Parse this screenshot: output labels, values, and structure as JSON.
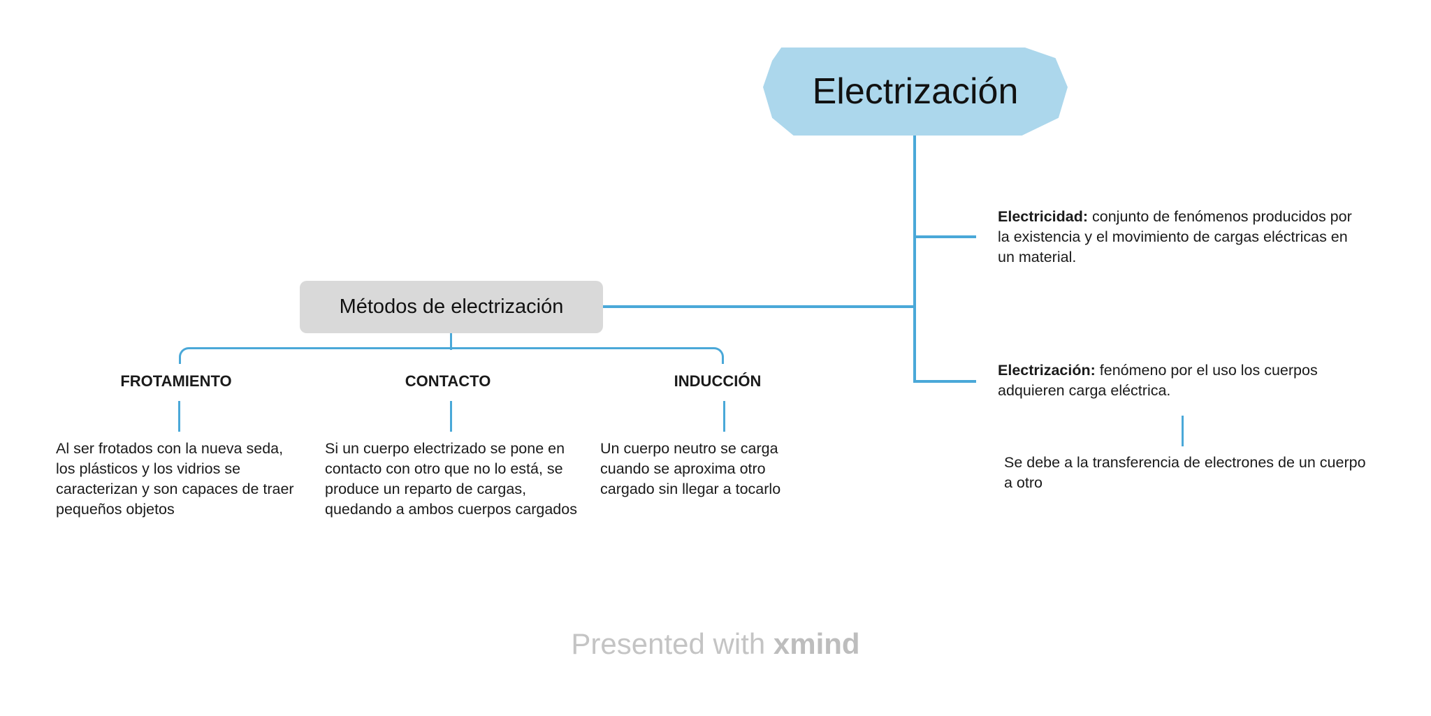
{
  "root": {
    "title": "Electrización"
  },
  "right_notes": [
    {
      "term": "Electricidad:",
      "text": " conjunto de fenómenos producidos por la existencia y el movimiento de cargas eléctricas en un material."
    },
    {
      "term": "Electrización:",
      "text": " fenómeno por el uso los cuerpos adquieren carga eléctrica."
    }
  ],
  "sub_note": "Se debe a la transferencia de electrones de un cuerpo a otro",
  "methods": {
    "title": "Métodos de electrización",
    "items": [
      {
        "label": "FROTAMIENTO",
        "desc": "Al ser frotados con la nueva seda, los plásticos y los vidrios se caracterizan y son capaces de traer pequeños objetos"
      },
      {
        "label": "CONTACTO",
        "desc": "Si un cuerpo electrizado se pone en contacto con otro que no lo está, se produce un reparto de cargas, quedando a ambos cuerpos cargados"
      },
      {
        "label": "INDUCCIÓN",
        "desc": "Un cuerpo neutro se carga cuando se aproxima otro cargado sin llegar a tocarlo"
      }
    ]
  },
  "footer": {
    "prefix": "Presented with ",
    "brand": "xmind"
  },
  "colors": {
    "line": "#4aa8d8",
    "root_fill": "#acd7ec",
    "methods_fill": "#d9d9d9"
  }
}
